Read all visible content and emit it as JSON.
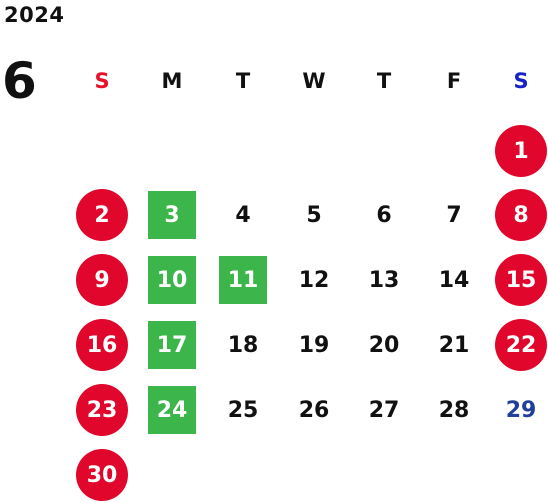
{
  "year": "2024",
  "month": "6",
  "colors": {
    "text": "#111111",
    "sunday_header": "#e8102a",
    "saturday_header": "#1423c8",
    "holiday_circle": "#e0062c",
    "green_box": "#3cb54a",
    "saturday_plain": "#1f3f9a"
  },
  "weekdays": [
    {
      "label": "S",
      "style": "sunday"
    },
    {
      "label": "M",
      "style": "normal"
    },
    {
      "label": "T",
      "style": "normal"
    },
    {
      "label": "W",
      "style": "normal"
    },
    {
      "label": "T",
      "style": "normal"
    },
    {
      "label": "F",
      "style": "normal"
    },
    {
      "label": "S",
      "style": "saturday"
    }
  ],
  "weeks": [
    [
      null,
      null,
      null,
      null,
      null,
      null,
      {
        "day": "1",
        "style": "red-circle"
      }
    ],
    [
      {
        "day": "2",
        "style": "red-circle"
      },
      {
        "day": "3",
        "style": "green-box"
      },
      {
        "day": "4",
        "style": "plain"
      },
      {
        "day": "5",
        "style": "plain"
      },
      {
        "day": "6",
        "style": "plain"
      },
      {
        "day": "7",
        "style": "plain"
      },
      {
        "day": "8",
        "style": "red-circle"
      }
    ],
    [
      {
        "day": "9",
        "style": "red-circle"
      },
      {
        "day": "10",
        "style": "green-box"
      },
      {
        "day": "11",
        "style": "green-box"
      },
      {
        "day": "12",
        "style": "plain"
      },
      {
        "day": "13",
        "style": "plain"
      },
      {
        "day": "14",
        "style": "plain"
      },
      {
        "day": "15",
        "style": "red-circle"
      }
    ],
    [
      {
        "day": "16",
        "style": "red-circle"
      },
      {
        "day": "17",
        "style": "green-box"
      },
      {
        "day": "18",
        "style": "plain"
      },
      {
        "day": "19",
        "style": "plain"
      },
      {
        "day": "20",
        "style": "plain"
      },
      {
        "day": "21",
        "style": "plain"
      },
      {
        "day": "22",
        "style": "red-circle"
      }
    ],
    [
      {
        "day": "23",
        "style": "red-circle"
      },
      {
        "day": "24",
        "style": "green-box"
      },
      {
        "day": "25",
        "style": "plain"
      },
      {
        "day": "26",
        "style": "plain"
      },
      {
        "day": "27",
        "style": "plain"
      },
      {
        "day": "28",
        "style": "plain"
      },
      {
        "day": "29",
        "style": "saturday-plain"
      }
    ],
    [
      {
        "day": "30",
        "style": "red-circle"
      },
      null,
      null,
      null,
      null,
      null,
      null
    ]
  ]
}
